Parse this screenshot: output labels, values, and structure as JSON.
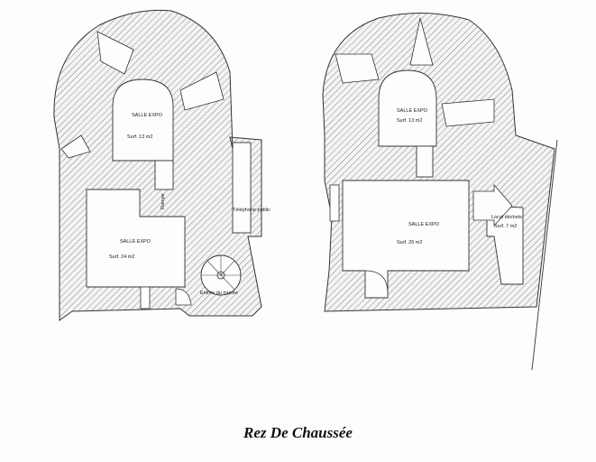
{
  "title": "Rez De Chaussée",
  "left_plan": {
    "room_upper": {
      "name": "SALLE EXPO",
      "area": "Surf. 13 m2"
    },
    "room_main": {
      "name": "SALLE EXPO",
      "area": "Surf. 24 m2"
    },
    "ramp": "Rampe",
    "phone": "Téléphone public",
    "stair": "Entrée du musée"
  },
  "right_plan": {
    "room_upper": {
      "name": "SALLE EXPO",
      "area": "Surf. 13 m2"
    },
    "room_main": {
      "name": "SALLE EXPO",
      "area": "Surf. 26 m2"
    },
    "storage": {
      "name": "Local déchets",
      "area": "Surf. 7 m2"
    }
  }
}
